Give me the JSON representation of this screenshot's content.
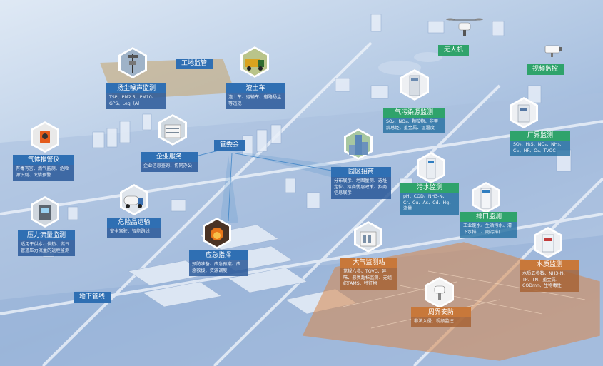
{
  "labels": {
    "yangchen": {
      "title": "扬尘噪声监测",
      "desc": "TSP、PM2.5、PM10、GPS、Leq（A）"
    },
    "gongdi": {
      "title": "工地监管"
    },
    "zhatuche": {
      "title": "渣土车",
      "desc": "渣土车、运输车、道路扬尘等违规"
    },
    "qiti": {
      "title": "气体报警仪",
      "desc": "有毒有害、燃气监测、危险源识别、火情预警"
    },
    "qiye": {
      "title": "企业服务",
      "desc": "企业信息查询、协同办公"
    },
    "guanweihui": {
      "title": "管委会"
    },
    "yuanqu": {
      "title": "园区招商",
      "desc": "分布展示、地图量测、选址定位、招商优惠政策、招商信息展示"
    },
    "qiwu": {
      "title": "气污染源监测",
      "desc": "SO₂、NOₓ、颗粒物、非甲烷总烃、重金属、温湿度"
    },
    "wurenji": {
      "title": "无人机"
    },
    "shipin": {
      "title": "视频监控"
    },
    "changjie": {
      "title": "厂界监测",
      "desc": "SO₂、H₂S、NOₓ、NH₃、Cl₂、HF、O₃、TVOC"
    },
    "wushui": {
      "title": "污水监测",
      "desc": "pH、COD、NH3-N、Cr、Cu、As、Cd、Hg、流量"
    },
    "weixian": {
      "title": "危险品运输",
      "desc": "安全驾驶、智能路线"
    },
    "yali": {
      "title": "压力流量监测",
      "desc": "适用于供水、供热、燃气管道压力流量的远程监测"
    },
    "paikou": {
      "title": "排口监测",
      "desc": "工业废水、生活污水、清下水排口、雨污排口"
    },
    "yingji": {
      "title": "应急指挥",
      "desc": "预防准备、应急预案、应急救援、资源调度"
    },
    "daqi": {
      "title": "大气监测站",
      "desc": "常规六参、TOVC、异味、恶臭超标监测、无组织FAMS、特征物"
    },
    "shuizhi": {
      "title": "水质监测",
      "desc": "水质五参数、NH3-N、TP、TN、重金属、CODmn、生物毒性"
    },
    "zhoujie": {
      "title": "周界安防",
      "desc": "非法入侵、视频监控"
    },
    "dixia": {
      "title": "地下管线"
    }
  },
  "icons": {
    "yangchen": "dust-monitor-pole-icon",
    "zhatuche": "dump-truck-icon",
    "qiti": "gas-detector-icon",
    "qiye": "office-building-icon",
    "yuanqu": "high-rise-building-icon",
    "qiwu": "emission-analyzer-cabinet-icon",
    "wurenji": "drone-icon",
    "shipin": "security-camera-icon",
    "changjie": "boundary-monitor-cabinet-icon",
    "wushui": "water-sampler-icon",
    "weixian": "tanker-truck-icon",
    "yali": "pressure-flow-terminal-icon",
    "paikou": "outlet-monitor-cabinet-icon",
    "yingji": "emergency-fire-icon",
    "daqi": "air-station-icon",
    "shuizhi": "water-quality-cabinet-icon",
    "zhoujie": "ptz-camera-icon"
  },
  "colors": {
    "blue": "#2f6fb3",
    "green": "#2fa36b",
    "orange": "#c8783a",
    "zone_orange": "#d9874a",
    "zone_tan": "#c6a46a"
  }
}
